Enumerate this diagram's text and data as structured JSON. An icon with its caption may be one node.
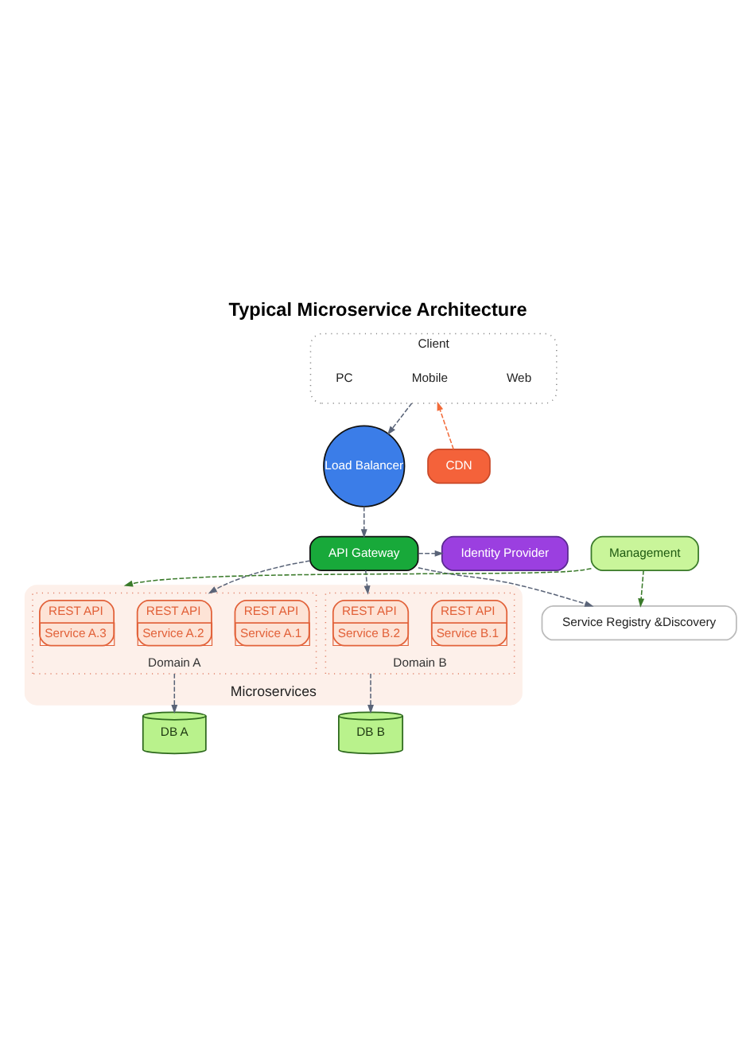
{
  "diagram": {
    "title": "Typical Microservice Architecture",
    "nodes": [
      {
        "text": [
          "Client"
        ]
      },
      {
        "text": [
          "Web"
        ],
        "in": 0
      },
      {
        "text": [
          "Mobile"
        ],
        "in": 0
      },
      {
        "text": [
          "PC"
        ],
        "in": 0
      },
      {
        "text": [
          "CDN"
        ]
      },
      {
        "text": [
          "Load Balancer"
        ]
      },
      {
        "text": [
          "API Gateway"
        ]
      },
      {
        "text": [
          "Identity Provider"
        ]
      },
      {
        "text": [
          "Microservices"
        ]
      },
      {
        "text": [
          "Domain A"
        ],
        "in": 8
      },
      {
        "text": [
          "REST API",
          "Service A.1"
        ],
        "in": 9
      },
      {
        "text": [
          "REST API",
          "Service A.2"
        ],
        "in": 9
      },
      {
        "text": [
          "REST API",
          "Service A.3"
        ],
        "in": 9
      },
      {
        "text": [
          "Domain B"
        ],
        "in": 8
      },
      {
        "text": [
          "REST API",
          "Service B.1"
        ],
        "in": 13
      },
      {
        "text": [
          "REST API",
          "Service B.2"
        ],
        "in": 13
      },
      {
        "text": [
          "Service Registry &Discovery"
        ]
      },
      {
        "text": [
          "Management"
        ]
      },
      {
        "text": [
          "DB A"
        ]
      },
      {
        "text": [
          "DB B"
        ]
      }
    ],
    "edges": [
      {
        "from": 4,
        "to": 0,
        "arrow": "to",
        "style": "dashed",
        "color": "#f26b3a"
      },
      {
        "from": 0,
        "to": 5,
        "arrow": "to",
        "style": "dashed"
      },
      {
        "from": 5,
        "to": 6,
        "arrow": "to",
        "style": "dashed"
      },
      {
        "from": 6,
        "to": 7,
        "arrow": "to",
        "style": "dashed"
      },
      {
        "from": 6,
        "to": 9,
        "arrow": "to",
        "style": "dashed"
      },
      {
        "from": 6,
        "to": 13,
        "arrow": "to",
        "style": "dashed"
      },
      {
        "from": 6,
        "to": 16,
        "arrow": "to",
        "style": "dashed"
      },
      {
        "from": 9,
        "to": 18,
        "arrow": "to",
        "style": "dashed"
      },
      {
        "from": 13,
        "to": 19,
        "arrow": "to",
        "style": "dashed"
      },
      {
        "from": 17,
        "to": 8,
        "arrow": "to",
        "style": "dashed",
        "color": "#3a7a2a"
      },
      {
        "from": 17,
        "to": 16,
        "arrow": "to",
        "style": "dashed",
        "color": "#3a7a2a"
      }
    ]
  }
}
